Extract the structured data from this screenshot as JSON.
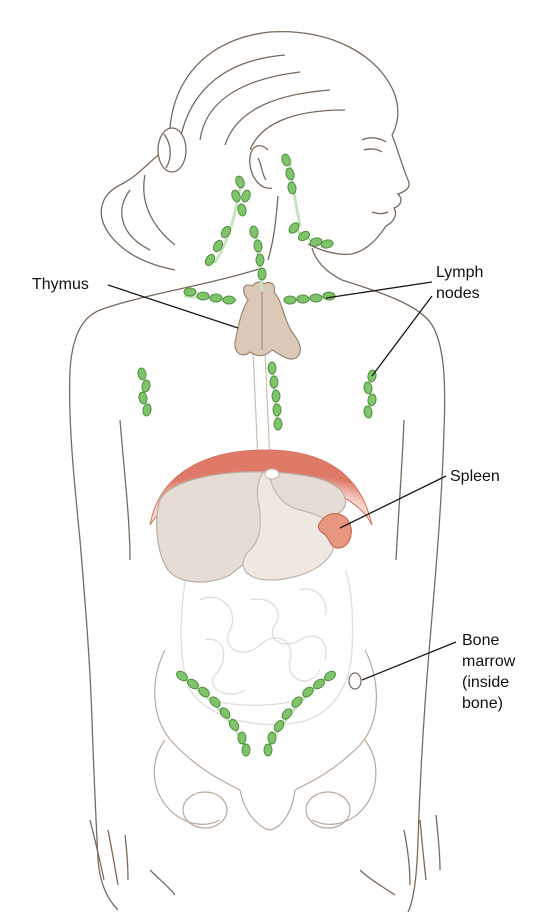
{
  "labels": {
    "thymus": "Thymus",
    "lymph_nodes": [
      "Lymph",
      "nodes"
    ],
    "spleen": "Spleen",
    "bone_marrow": [
      "Bone",
      "marrow",
      "(inside",
      "bone)"
    ]
  },
  "colors": {
    "outline": "#7a6a5c",
    "skin": "#ffffff",
    "lymph_node_fill": "#7fc46a",
    "lymph_node_stroke": "#4e8f3e",
    "lymph_vessel": "#c9e3bf",
    "thymus_fill": "#dcc8b6",
    "thymus_stroke": "#9a8472",
    "diaphragm": "#e07a68",
    "diaphragm_light": "#f3c2b4",
    "spleen_fill": "#e7967f",
    "liver_fill": "#e6dcd6",
    "organ_stroke": "#b8aca3",
    "intestine_stroke": "#e2dcd8",
    "leader_line": "#1a1a1a"
  }
}
